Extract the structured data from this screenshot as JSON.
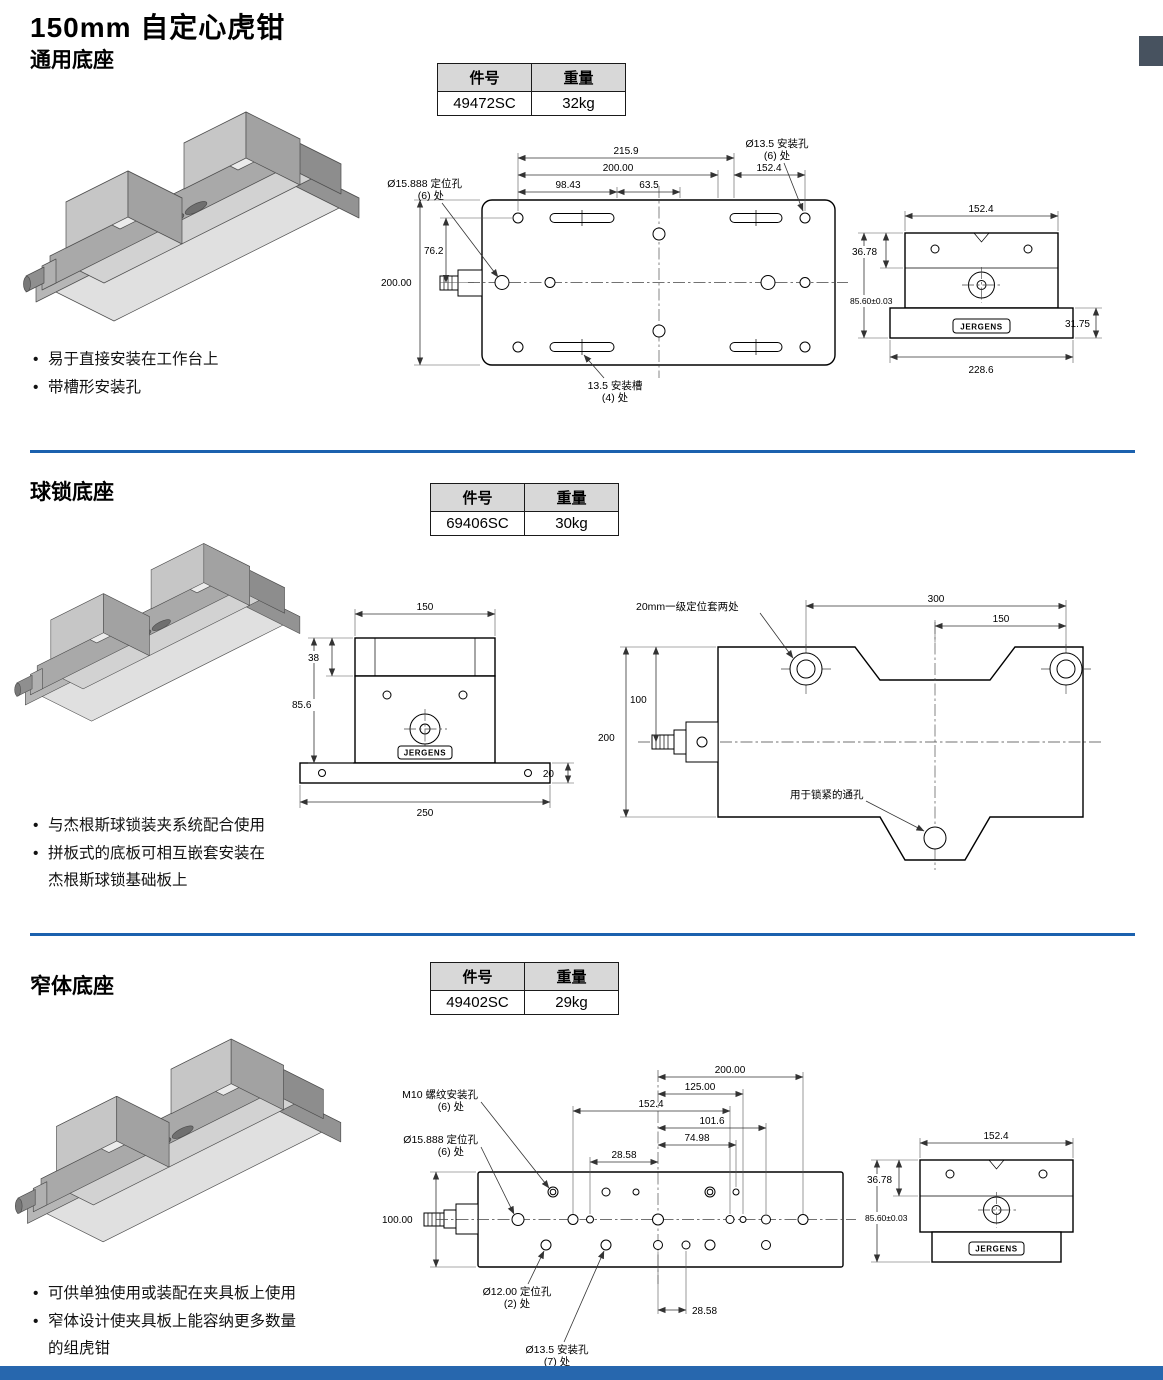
{
  "page": {
    "title": "150mm 自定心虎钳"
  },
  "table_header": {
    "part": "件号",
    "weight": "重量"
  },
  "brand": "JERGENS",
  "s1": {
    "title": "通用底座",
    "part": "49472SC",
    "weight": "32kg",
    "bullets": [
      "易于直接安装在工作台上",
      "带槽形安装孔"
    ],
    "top": {
      "d215": "215.9",
      "d200": "200.00",
      "d152": "152.4",
      "d98": "98.43",
      "d63": "63.5",
      "v76": "76.2",
      "v200": "200.00",
      "lbl_locating": "Ø15.888 定位孔",
      "lbl_locating_qty": "(6) 处",
      "lbl_mount": "Ø13.5 安装孔",
      "lbl_mount_qty": "(6) 处",
      "lbl_slot": "13.5 安装槽",
      "lbl_slot_qty": "(4) 处"
    },
    "side": {
      "d152": "152.4",
      "d36": "36.78",
      "d85": "85.60±0.03",
      "d31": "31.75",
      "d228": "228.6"
    }
  },
  "s2": {
    "title": "球锁底座",
    "part": "69406SC",
    "weight": "30kg",
    "bullets": [
      "与杰根斯球锁装夹系统配合使用",
      "拼板式的底板可相互嵌套安装在杰根斯球锁基础板上"
    ],
    "front": {
      "d150": "150",
      "d38": "38",
      "d85": "85.6",
      "d20": "20",
      "d250": "250"
    },
    "top": {
      "d300": "300",
      "d150": "150",
      "d100": "100",
      "d200": "200",
      "lbl_bushing": "20mm一级定位套两处",
      "lbl_lock": "用于锁紧的通孔"
    }
  },
  "s3": {
    "title": "窄体底座",
    "part": "49402SC",
    "weight": "29kg",
    "bullets": [
      "可供单独使用或装配在夹具板上使用",
      "窄体设计使夹具板上能容纳更多数量的组虎钳"
    ],
    "top": {
      "d200": "200.00",
      "d125": "125.00",
      "d152": "152.4",
      "d101": "101.6",
      "d74": "74.98",
      "d28": "28.58",
      "v100": "100.00",
      "b28": "28.58",
      "lbl_m10": "M10 螺纹安装孔",
      "lbl_m10_qty": "(6) 处",
      "lbl_locating": "Ø15.888 定位孔",
      "lbl_locating_qty": "(6) 处",
      "lbl_d12": "Ø12.00 定位孔",
      "lbl_d12_qty": "(2) 处",
      "lbl_d135": "Ø13.5 安装孔",
      "lbl_d135_qty": "(7) 处"
    },
    "side": {
      "d152": "152.4",
      "d36": "36.78",
      "d85": "85.60±0.03"
    }
  }
}
